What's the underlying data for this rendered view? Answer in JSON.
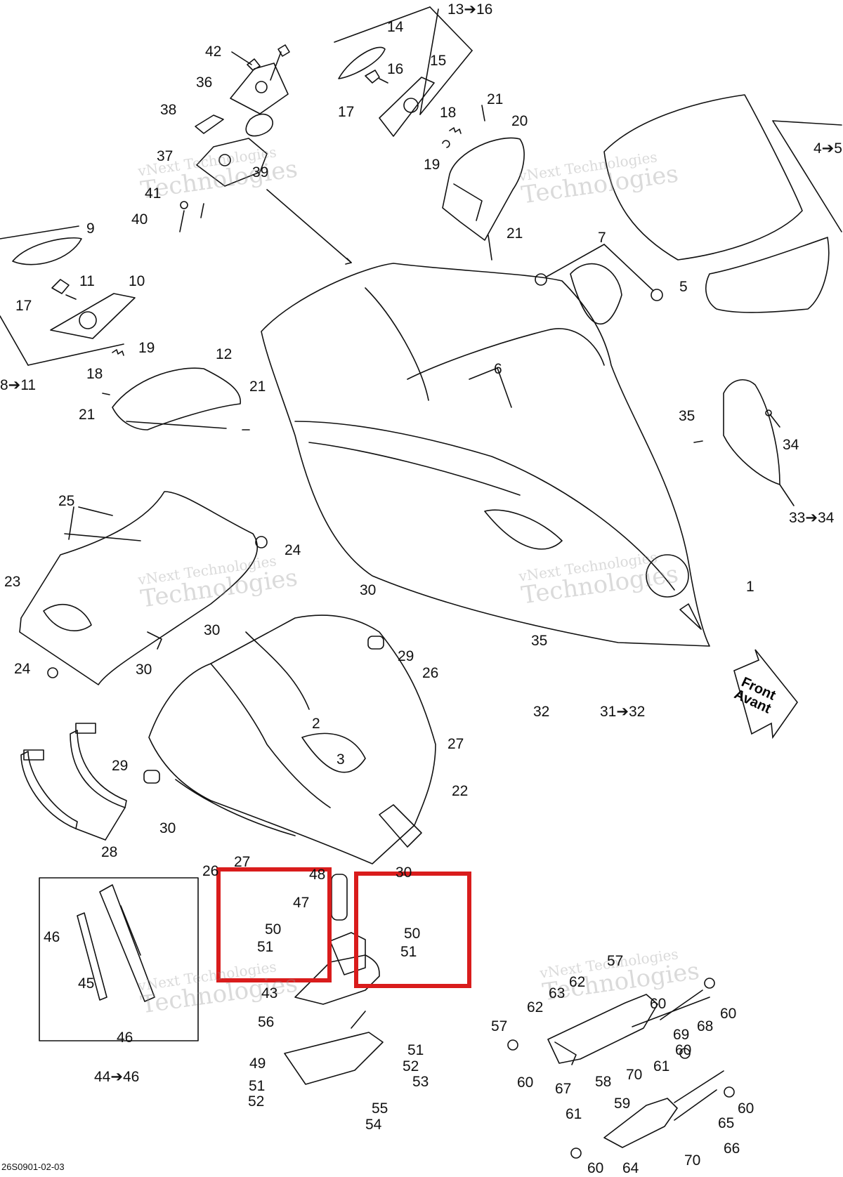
{
  "title": "",
  "diagram_code": "26S0901-02-03",
  "watermark": {
    "line1": "vNext Technologies",
    "line2": "Technologies"
  },
  "front_label": {
    "en": "Front",
    "fr": "Avant"
  },
  "highlight_color": "#d91c1c",
  "callouts": [
    {
      "id": "c-13-16",
      "text": "13➔16"
    },
    {
      "id": "c-14",
      "text": "14"
    },
    {
      "id": "c-42",
      "text": "42"
    },
    {
      "id": "c-16",
      "text": "16"
    },
    {
      "id": "c-15",
      "text": "15"
    },
    {
      "id": "c-36",
      "text": "36"
    },
    {
      "id": "c-38",
      "text": "38"
    },
    {
      "id": "c-17a",
      "text": "17"
    },
    {
      "id": "c-21a",
      "text": "21"
    },
    {
      "id": "c-18a",
      "text": "18"
    },
    {
      "id": "c-20",
      "text": "20"
    },
    {
      "id": "c-4-5",
      "text": "4➔5"
    },
    {
      "id": "c-37",
      "text": "37"
    },
    {
      "id": "c-19a",
      "text": "19"
    },
    {
      "id": "c-39",
      "text": "39"
    },
    {
      "id": "c-41",
      "text": "41"
    },
    {
      "id": "c-40",
      "text": "40"
    },
    {
      "id": "c-9",
      "text": "9"
    },
    {
      "id": "c-21b",
      "text": "21"
    },
    {
      "id": "c-7",
      "text": "7"
    },
    {
      "id": "c-11",
      "text": "11"
    },
    {
      "id": "c-10",
      "text": "10"
    },
    {
      "id": "c-5",
      "text": "5"
    },
    {
      "id": "c-17b",
      "text": "17"
    },
    {
      "id": "c-19b",
      "text": "19"
    },
    {
      "id": "c-12",
      "text": "12"
    },
    {
      "id": "c-18b",
      "text": "18"
    },
    {
      "id": "c-8-11",
      "text": "8➔11"
    },
    {
      "id": "c-6",
      "text": "6"
    },
    {
      "id": "c-21c",
      "text": "21"
    },
    {
      "id": "c-21d",
      "text": "21"
    },
    {
      "id": "c-35a",
      "text": "35"
    },
    {
      "id": "c-34",
      "text": "34"
    },
    {
      "id": "c-25",
      "text": "25"
    },
    {
      "id": "c-33-34",
      "text": "33➔34"
    },
    {
      "id": "c-24a",
      "text": "24"
    },
    {
      "id": "c-23",
      "text": "23"
    },
    {
      "id": "c-1",
      "text": "1"
    },
    {
      "id": "c-30a",
      "text": "30"
    },
    {
      "id": "c-30b",
      "text": "30"
    },
    {
      "id": "c-29a",
      "text": "29"
    },
    {
      "id": "c-35b",
      "text": "35"
    },
    {
      "id": "c-24b",
      "text": "24"
    },
    {
      "id": "c-30c",
      "text": "30"
    },
    {
      "id": "c-26a",
      "text": "26"
    },
    {
      "id": "c-32",
      "text": "32"
    },
    {
      "id": "c-31-32",
      "text": "31➔32"
    },
    {
      "id": "c-2",
      "text": "2"
    },
    {
      "id": "c-27a",
      "text": "27"
    },
    {
      "id": "c-3",
      "text": "3"
    },
    {
      "id": "c-29b",
      "text": "29"
    },
    {
      "id": "c-22",
      "text": "22"
    },
    {
      "id": "c-30d",
      "text": "30"
    },
    {
      "id": "c-28",
      "text": "28"
    },
    {
      "id": "c-27b",
      "text": "27"
    },
    {
      "id": "c-26b",
      "text": "26"
    },
    {
      "id": "c-48",
      "text": "48"
    },
    {
      "id": "c-30e",
      "text": "30"
    },
    {
      "id": "c-47",
      "text": "47"
    },
    {
      "id": "c-46a",
      "text": "46"
    },
    {
      "id": "c-50a",
      "text": "50"
    },
    {
      "id": "c-50b",
      "text": "50"
    },
    {
      "id": "c-51a",
      "text": "51"
    },
    {
      "id": "c-51b",
      "text": "51"
    },
    {
      "id": "c-57a",
      "text": "57"
    },
    {
      "id": "c-62a",
      "text": "62"
    },
    {
      "id": "c-45",
      "text": "45"
    },
    {
      "id": "c-43",
      "text": "43"
    },
    {
      "id": "c-63",
      "text": "63"
    },
    {
      "id": "c-62b",
      "text": "62"
    },
    {
      "id": "c-60a",
      "text": "60"
    },
    {
      "id": "c-60b",
      "text": "60"
    },
    {
      "id": "c-56",
      "text": "56"
    },
    {
      "id": "c-46b",
      "text": "46"
    },
    {
      "id": "c-57b",
      "text": "57"
    },
    {
      "id": "c-68",
      "text": "68"
    },
    {
      "id": "c-69",
      "text": "69"
    },
    {
      "id": "c-51c",
      "text": "51"
    },
    {
      "id": "c-60c",
      "text": "60"
    },
    {
      "id": "c-49",
      "text": "49"
    },
    {
      "id": "c-52a",
      "text": "52"
    },
    {
      "id": "c-44-46",
      "text": "44➔46"
    },
    {
      "id": "c-53",
      "text": "53"
    },
    {
      "id": "c-70a",
      "text": "70"
    },
    {
      "id": "c-61a",
      "text": "61"
    },
    {
      "id": "c-60d",
      "text": "60"
    },
    {
      "id": "c-58",
      "text": "58"
    },
    {
      "id": "c-67",
      "text": "67"
    },
    {
      "id": "c-51d",
      "text": "51"
    },
    {
      "id": "c-59",
      "text": "59"
    },
    {
      "id": "c-52b",
      "text": "52"
    },
    {
      "id": "c-55",
      "text": "55"
    },
    {
      "id": "c-54",
      "text": "54"
    },
    {
      "id": "c-60e",
      "text": "60"
    },
    {
      "id": "c-65",
      "text": "65"
    },
    {
      "id": "c-61b",
      "text": "61"
    },
    {
      "id": "c-66",
      "text": "66"
    },
    {
      "id": "c-70b",
      "text": "70"
    },
    {
      "id": "c-60f",
      "text": "60"
    },
    {
      "id": "c-64",
      "text": "64"
    }
  ]
}
